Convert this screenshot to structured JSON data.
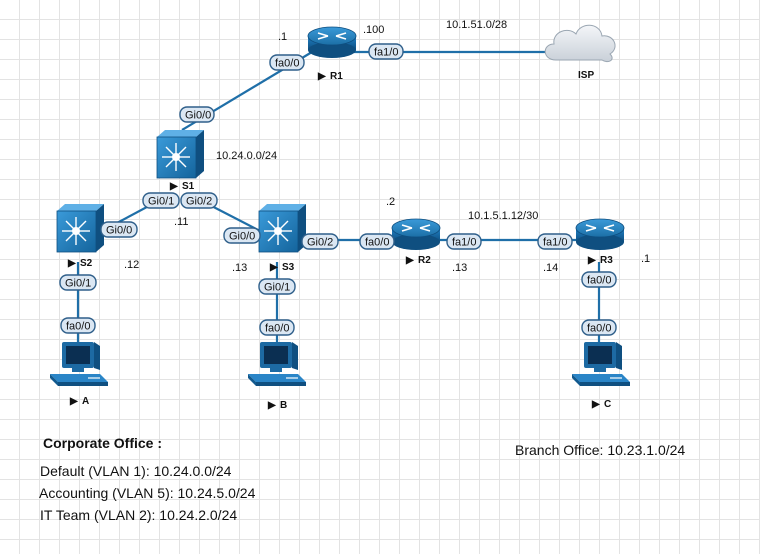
{
  "devices": {
    "r1": "R1",
    "r2": "R2",
    "r3": "R3",
    "s1": "S1",
    "s2": "S2",
    "s3": "S3",
    "pc_a": "A",
    "pc_b": "B",
    "pc_c": "C",
    "isp": "ISP"
  },
  "ports": {
    "r1_fa00": "fa0/0",
    "r1_fa10": "fa1/0",
    "s1_gi00": "Gi0/0",
    "s1_gi01": "Gi0/1",
    "s1_gi02": "Gi0/2",
    "s2_gi00": "Gi0/0",
    "s2_gi01": "Gi0/1",
    "s3_gi00": "Gi0/0",
    "s3_gi02": "Gi0/2",
    "s3_gi01": "Gi0/1",
    "r2_fa00": "fa0/0",
    "r2_fa10": "fa1/0",
    "r3_fa10": "fa1/0",
    "r3_fa00": "fa0/0",
    "a_fa00": "fa0/0",
    "b_fa00": "fa0/0",
    "c_fa00": "fa0/0"
  },
  "addresses": {
    "r1_host": ".1",
    "r1_isp_host": ".100",
    "isp_net": "10.1.51.0/28",
    "s1_net": "10.24.0.0/24",
    "s1_host": ".11",
    "s2_host": ".12",
    "s3_host": ".13",
    "r2_host": ".2",
    "r2_r3_net": "10.1.5.1.12/30",
    "r2_link_host": ".13",
    "r3_link_host": ".14",
    "r3_host": ".1"
  },
  "legend": {
    "corporate_title": "Corporate Office :",
    "vlan1": "Default (VLAN 1): 10.24.0.0/24",
    "vlan5": "Accounting (VLAN 5): 10.24.5.0/24",
    "vlan2": "IT Team (VLAN 2): 10.24.2.0/24",
    "branch": "Branch Office: 10.23.1.0/24"
  },
  "colors": {
    "link": "#1f6fa8",
    "router": "#1f7fc4",
    "switch": "#1f7fc4",
    "port_fill": "#dbe7f3",
    "port_stroke": "#2f5f8a",
    "cloud": "#dfe4ea"
  },
  "icons": {
    "router": "router-icon",
    "switch": "multilayer-switch-icon",
    "pc": "pc-icon",
    "cloud": "cloud-icon"
  }
}
